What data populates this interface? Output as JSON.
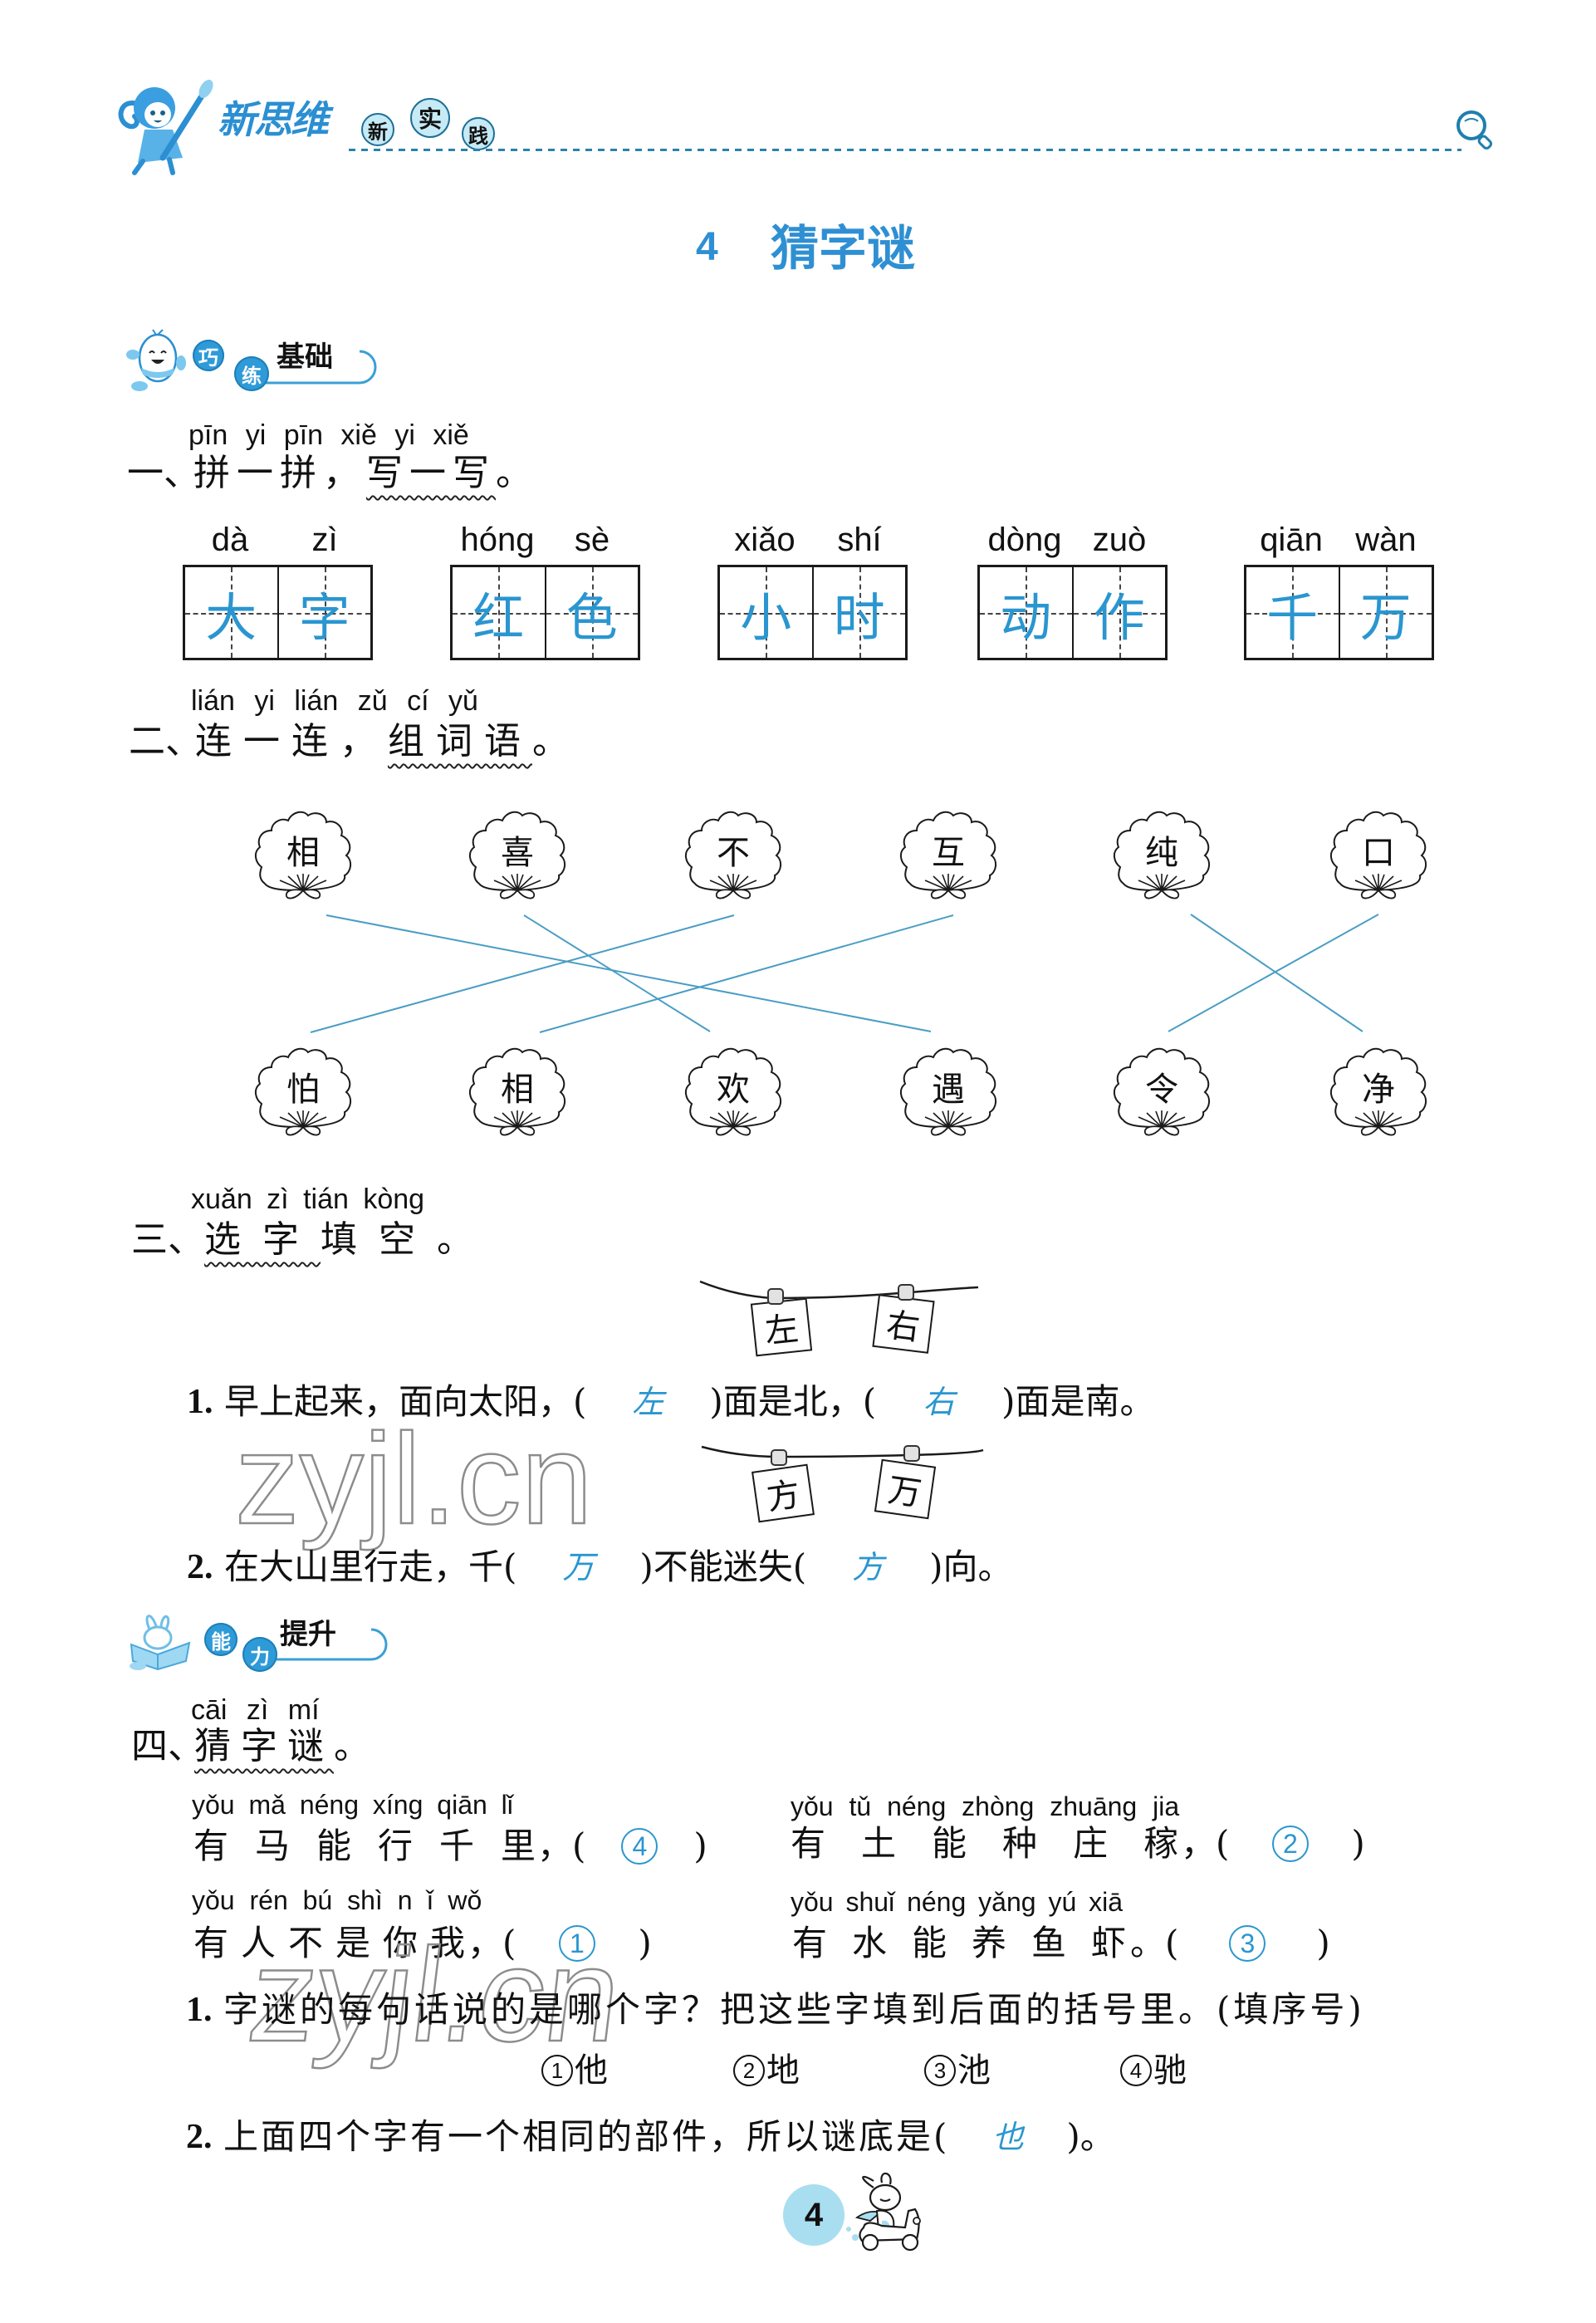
{
  "header": {
    "brand": "新思维",
    "brand_circles": [
      "新",
      "实",
      "践"
    ]
  },
  "icons": {
    "header_mascot": "girl-with-brush-mascot",
    "header_right": "magnifier-icon",
    "badge_basic_mascot": "egg-mascot",
    "badge_advanced_mascot": "bunny-reading-mascot",
    "footer_mascot": "bunny-on-scooter"
  },
  "lesson": {
    "number": "4",
    "title": "猜字谜"
  },
  "badges": {
    "basic": {
      "circles": [
        "巧",
        "练"
      ],
      "label": "基础"
    },
    "advanced": {
      "circles": [
        "能",
        "力"
      ],
      "label": "提升"
    }
  },
  "q1": {
    "pinyin": "pīn yi pīn  xiě yi xiě",
    "num": "一、",
    "text_a": "拼一拼，",
    "text_underlined": "写一写",
    "text_b": "。",
    "words": [
      {
        "pinyin": [
          "dà",
          "zì"
        ],
        "chars": [
          "大",
          "字"
        ]
      },
      {
        "pinyin": [
          "hóng",
          "sè"
        ],
        "chars": [
          "红",
          "色"
        ]
      },
      {
        "pinyin": [
          "xiǎo",
          "shí"
        ],
        "chars": [
          "小",
          "时"
        ]
      },
      {
        "pinyin": [
          "dòng",
          "zuò"
        ],
        "chars": [
          "动",
          "作"
        ]
      },
      {
        "pinyin": [
          "qiān",
          "wàn"
        ],
        "chars": [
          "千",
          "万"
        ]
      }
    ]
  },
  "q2": {
    "pinyin": "lián yi lián  zǔ cí yǔ",
    "num": "二、",
    "text_a": "连一连，",
    "text_underlined": "组词语",
    "text_b": "。",
    "top": [
      "相",
      "喜",
      "不",
      "互",
      "纯",
      "口"
    ],
    "bottom": [
      "怕",
      "相",
      "欢",
      "遇",
      "令",
      "净"
    ],
    "connections": [
      [
        "相",
        "遇"
      ],
      [
        "喜",
        "欢"
      ],
      [
        "不",
        "怕"
      ],
      [
        "互",
        "相"
      ],
      [
        "纯",
        "净"
      ],
      [
        "口",
        "令"
      ]
    ]
  },
  "q3": {
    "pinyin": "xuǎn zì tián kòng",
    "num": "三、",
    "text_underlined": "选字",
    "text_b": "填空。",
    "items": [
      {
        "num": "1.",
        "cards": [
          "左",
          "右"
        ],
        "parts": [
          "早上起来，面向太阳，(",
          ")面是北，(",
          ")面是南。"
        ],
        "answers": [
          "左",
          "右"
        ]
      },
      {
        "num": "2.",
        "cards": [
          "方",
          "万"
        ],
        "parts": [
          "在大山里行走，千(",
          ")不能迷失(",
          ")向。"
        ],
        "answers": [
          "万",
          "方"
        ]
      }
    ]
  },
  "q4": {
    "pinyin": "cāi zì mí",
    "num": "四、",
    "text_underlined": "猜字谜",
    "text_b": "。",
    "riddles": [
      {
        "pinyin": "yǒu mǎ néng xíng qiān lǐ",
        "text": "有马能行千里",
        "punct": "，",
        "open": "(",
        "answer": "4",
        "close": ")"
      },
      {
        "pinyin": "yǒu tǔ néng zhòng zhuāng jia",
        "text": "有土能种庄稼",
        "punct": "，",
        "open": "(",
        "answer": "2",
        "close": ")"
      },
      {
        "pinyin": "yǒu rén bú shì n ǐ wǒ",
        "text": "有人不是你我",
        "punct": "，",
        "open": "(",
        "answer": "1",
        "close": ")"
      },
      {
        "pinyin": "yǒu shuǐ néng yǎng yú xiā",
        "text": "有水能养鱼虾",
        "punct": "。",
        "open": "(",
        "answer": "3",
        "close": ")"
      }
    ],
    "sub1": {
      "num": "1.",
      "text": "字谜的每句话说的是哪个字？把这些字填到后面的括号里。(填序号)"
    },
    "options": [
      {
        "num": "1",
        "char": "他"
      },
      {
        "num": "2",
        "char": "地"
      },
      {
        "num": "3",
        "char": "池"
      },
      {
        "num": "4",
        "char": "驰"
      }
    ],
    "sub2": {
      "num": "2.",
      "text_a": "上面四个字有一个相同的部件，所以谜底是(",
      "answer": "也",
      "text_b": ")。"
    }
  },
  "watermark": "zyjl.cn",
  "page_number": "4",
  "colors": {
    "answer_blue": "#2a96d0",
    "title_blue": "#2f8fd3",
    "connect_line": "#4a9dc4",
    "badge_blue": "#2f9ad8",
    "light_blue": "#a8def0",
    "header_dots": "#2a82ad"
  }
}
